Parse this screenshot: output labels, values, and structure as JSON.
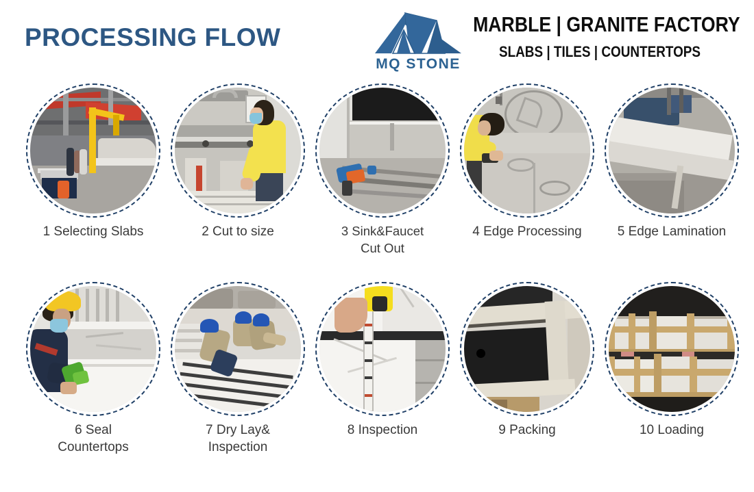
{
  "header": {
    "title": "PROCESSING FLOW",
    "title_color": "#2d5783",
    "logo": {
      "icon": "mountain-logo-icon",
      "wordmark": "MQ STONE",
      "color": "#2c6292"
    },
    "company_line_1": "MARBLE | GRANITE FACTORY",
    "company_line_2": "SLABS | TILES | COUNTERTOPS"
  },
  "steps": [
    {
      "number": "1",
      "label": "1 Selecting Slabs",
      "photo": "selecting-slabs-photo"
    },
    {
      "number": "2",
      "label": "2 Cut to size",
      "photo": "cut-to-size-photo"
    },
    {
      "number": "3",
      "label": "3 Sink&Faucet\nCut Out",
      "photo": "sink-faucet-cut-out-photo"
    },
    {
      "number": "4",
      "label": "4 Edge Processing",
      "photo": "edge-processing-photo"
    },
    {
      "number": "5",
      "label": "5 Edge Lamination",
      "photo": "edge-lamination-photo"
    },
    {
      "number": "6",
      "label": "6 Seal\nCountertops",
      "photo": "seal-countertops-photo"
    },
    {
      "number": "7",
      "label": "7 Dry Lay&\nInspection",
      "photo": "dry-lay-inspection-photo"
    },
    {
      "number": "8",
      "label": "8 Inspection",
      "photo": "inspection-photo"
    },
    {
      "number": "9",
      "label": "9 Packing",
      "photo": "packing-photo"
    },
    {
      "number": "10",
      "label": "10 Loading",
      "photo": "loading-photo"
    }
  ],
  "style": {
    "circle_border_color": "#1f3f66",
    "circle_border_style": "dashed",
    "background": "#ffffff",
    "caption_color": "#3a3a3a"
  }
}
